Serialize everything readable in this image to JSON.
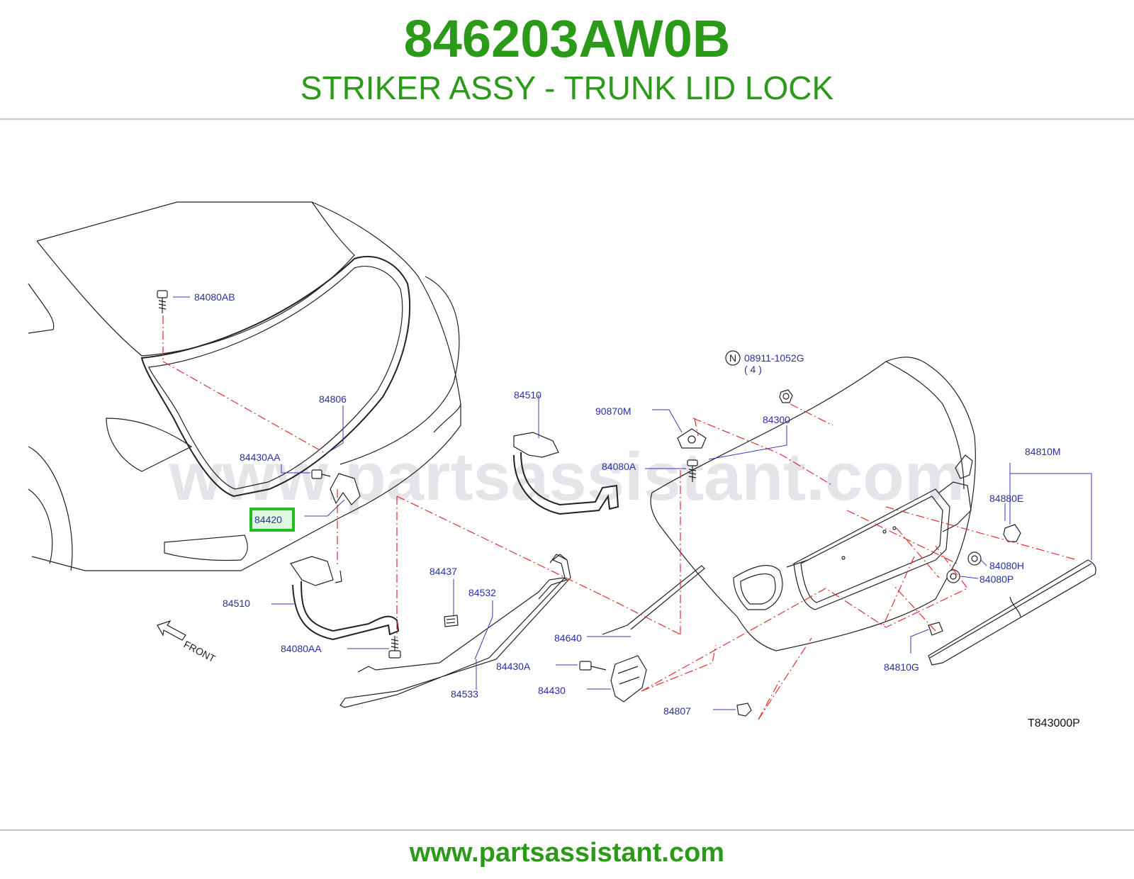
{
  "header": {
    "part_number": "846203AW0B",
    "description": "STRIKER ASSY - TRUNK LID LOCK"
  },
  "diagram": {
    "watermark": "www.partsassistant.com",
    "highlight_color": "#22bb22",
    "callouts": [
      {
        "code": "84080AB",
        "highlighted": false
      },
      {
        "code": "84806",
        "highlighted": false
      },
      {
        "code": "84430AA",
        "highlighted": false
      },
      {
        "code": "84420",
        "highlighted": true
      },
      {
        "code": "84510",
        "highlighted": false
      },
      {
        "code": "84080AA",
        "highlighted": false
      },
      {
        "code": "84437",
        "highlighted": false
      },
      {
        "code": "84532",
        "highlighted": false
      },
      {
        "code": "84533",
        "highlighted": false
      },
      {
        "code": "84510",
        "highlighted": false
      },
      {
        "code": "90870M",
        "highlighted": false
      },
      {
        "code": "84080A",
        "highlighted": false
      },
      {
        "code": "84640",
        "highlighted": false
      },
      {
        "code": "84430A",
        "highlighted": false
      },
      {
        "code": "84430",
        "highlighted": false
      },
      {
        "code": "84807",
        "highlighted": false
      },
      {
        "code": "08911-1052G",
        "highlighted": false
      },
      {
        "code": "( 4 )",
        "highlighted": false
      },
      {
        "code": "84300",
        "highlighted": false
      },
      {
        "code": "84810M",
        "highlighted": false
      },
      {
        "code": "84880E",
        "highlighted": false
      },
      {
        "code": "84080H",
        "highlighted": false
      },
      {
        "code": "84080P",
        "highlighted": false
      },
      {
        "code": "84810G",
        "highlighted": false
      }
    ],
    "n_symbol": "N",
    "front_label": "FRONT",
    "figure_code": "T843000P"
  },
  "footer": {
    "url": "www.partsassistant.com"
  }
}
